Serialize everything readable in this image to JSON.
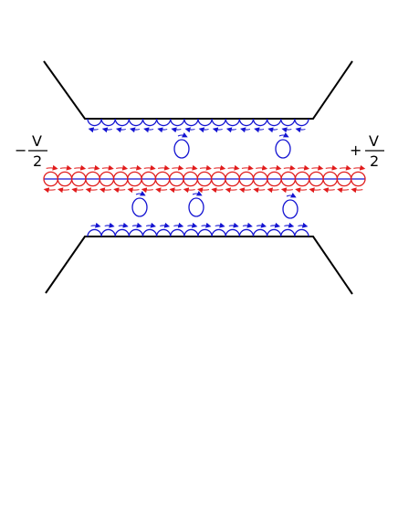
{
  "labels": {
    "left_sign": "−",
    "left_numerator": "V",
    "left_denominator": "2",
    "right_sign": "+",
    "right_numerator": "V",
    "right_denominator": "2"
  },
  "colors": {
    "edge_blue": "#1414d2",
    "channel_red": "#e11b1b",
    "outline": "#000000",
    "background": "#ffffff"
  },
  "icons": {
    "top_edge_loop": "semicircle-loop-with-arrow",
    "bottom_edge_loop": "semicircle-loop-with-arrow",
    "bulk_loop": "closed-circle-loop-with-arrow",
    "channel_loop": "circle-loop-with-arrow"
  },
  "counts": {
    "top_edge_loops": 16,
    "bottom_edge_loops": 16,
    "channel_loops": 23,
    "upper_bulk_loops": 2,
    "lower_bulk_loops": 3
  }
}
